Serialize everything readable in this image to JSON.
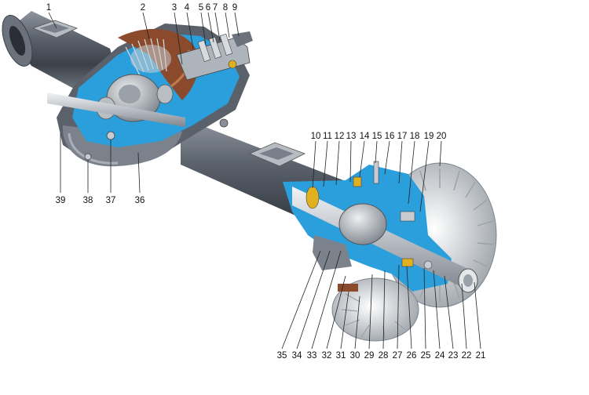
{
  "colors": {
    "housing": "#4d5560",
    "housing_light": "#a7adb5",
    "cutaway": "#2a9fdc",
    "gear_bronze": "#8b4a2c",
    "shaft": "#c8ccd2",
    "leader": "#222222"
  },
  "callouts": [
    {
      "id": "1",
      "text": "1"
    },
    {
      "id": "2",
      "text": "2"
    },
    {
      "id": "3",
      "text": "3"
    },
    {
      "id": "4",
      "text": "4"
    },
    {
      "id": "5",
      "text": "5"
    },
    {
      "id": "6",
      "text": "6"
    },
    {
      "id": "7",
      "text": "7"
    },
    {
      "id": "8",
      "text": "8"
    },
    {
      "id": "9",
      "text": "9"
    },
    {
      "id": "10",
      "text": "10"
    },
    {
      "id": "11",
      "text": "11"
    },
    {
      "id": "12",
      "text": "12"
    },
    {
      "id": "13",
      "text": "13"
    },
    {
      "id": "14",
      "text": "14"
    },
    {
      "id": "15",
      "text": "15"
    },
    {
      "id": "16",
      "text": "16"
    },
    {
      "id": "17",
      "text": "17"
    },
    {
      "id": "18",
      "text": "18"
    },
    {
      "id": "19",
      "text": "19"
    },
    {
      "id": "20",
      "text": "20"
    },
    {
      "id": "21",
      "text": "21"
    },
    {
      "id": "22",
      "text": "22"
    },
    {
      "id": "23",
      "text": "23"
    },
    {
      "id": "24",
      "text": "24"
    },
    {
      "id": "25",
      "text": "25"
    },
    {
      "id": "26",
      "text": "26"
    },
    {
      "id": "27",
      "text": "27"
    },
    {
      "id": "28",
      "text": "28"
    },
    {
      "id": "29",
      "text": "29"
    },
    {
      "id": "30",
      "text": "30"
    },
    {
      "id": "31",
      "text": "31"
    },
    {
      "id": "32",
      "text": "32"
    },
    {
      "id": "33",
      "text": "33"
    },
    {
      "id": "34",
      "text": "34"
    },
    {
      "id": "35",
      "text": "35"
    },
    {
      "id": "36",
      "text": "36"
    },
    {
      "id": "37",
      "text": "37"
    },
    {
      "id": "38",
      "text": "38"
    },
    {
      "id": "39",
      "text": "39"
    }
  ]
}
